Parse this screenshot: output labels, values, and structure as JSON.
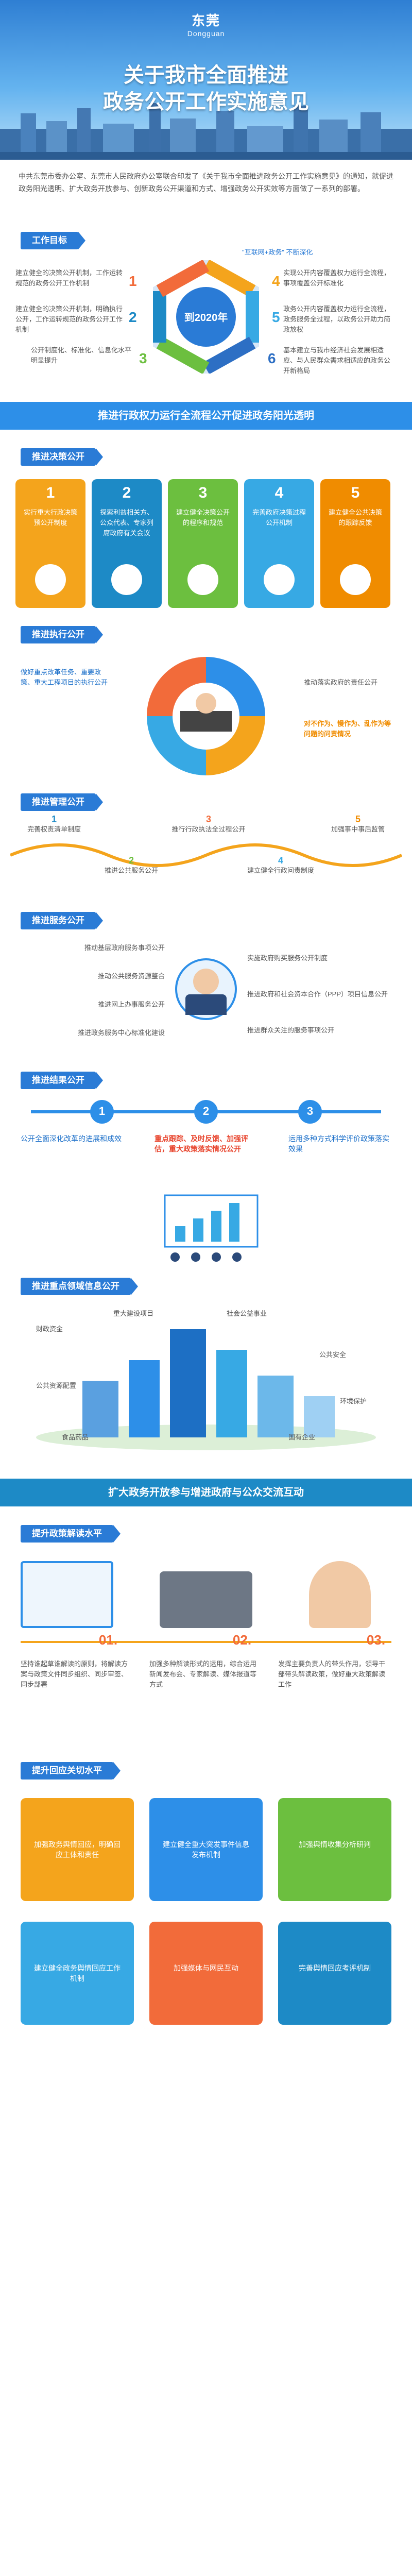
{
  "header": {
    "logo_cn": "东莞",
    "logo_en": "Dongguan",
    "title_line1": "关于我市全面推进",
    "title_line2": "政务公开工作实施意见"
  },
  "intro": "中共东莞市委办公室、东莞市人民政府办公室联合印发了《关于我市全面推进政务公开工作实施意见》的通知，就促进政务阳光透明、扩大政务开放参与、创新政务公开渠道和方式、增强政务公开实效等方面做了一系列的部署。",
  "goals": {
    "tag": "工作目标",
    "center": "到2020年",
    "note": "\"互联网+政务\" 不断深化",
    "left": [
      "建立健全的决策公开机制，工作运转规范的政务公开工作机制",
      "建立健全的决策公开机制，明确执行公开，工作运转规范的政务公开工作机制",
      "公开制度化、标准化、信息化水平明显提升"
    ],
    "right": [
      "实现公开内容覆盖权力运行全流程，事项覆盖公开标准化",
      "政务公开内容覆盖权力运行全流程，政务服务全过程，以政务公开助力简政放权",
      "基本建立与我市经济社会发展相适应、与人民群众需求相适应的政务公开新格局"
    ],
    "nums": [
      "1",
      "2",
      "3",
      "4",
      "5",
      "6"
    ]
  },
  "banner1": "推进行政权力运行全流程公开促进政务阳光透明",
  "decision": {
    "tag": "推进决策公开",
    "items": [
      {
        "n": "1",
        "text": "实行重大行政决策预公开制度"
      },
      {
        "n": "2",
        "text": "探索利益相关方、公众代表、专家列席政府有关会议"
      },
      {
        "n": "3",
        "text": "建立健全决策公开的程序和规范"
      },
      {
        "n": "4",
        "text": "完善政府决策过程公开机制"
      },
      {
        "n": "5",
        "text": "建立健全公共决策的跟踪反馈"
      }
    ]
  },
  "execution": {
    "tag": "推进执行公开",
    "left": "做好重点改革任务、重要政策、重大工程项目的执行公开",
    "right1": "推动落实政府的责任公开",
    "right2": "对不作为、慢作为、乱作为等问题的问责情况"
  },
  "management": {
    "tag": "推进管理公开",
    "items": [
      {
        "n": "1",
        "text": "完善权责清单制度"
      },
      {
        "n": "2",
        "text": "推进公共服务公开"
      },
      {
        "n": "3",
        "text": "推行行政执法全过程公开"
      },
      {
        "n": "4",
        "text": "建立健全行政问责制度"
      },
      {
        "n": "5",
        "text": "加强事中事后监管"
      }
    ]
  },
  "service": {
    "tag": "推进服务公开",
    "left": [
      "推动基层政府服务事项公开",
      "推动公共服务资源整合",
      "推进网上办事服务公开",
      "推进政务服务中心标准化建设"
    ],
    "right": [
      "实施政府购买服务公开制度",
      "推进政府和社会资本合作（PPP）项目信息公开",
      "推进群众关注的服务事项公开"
    ]
  },
  "result": {
    "tag": "推进结果公开",
    "items": [
      {
        "n": "1",
        "text": "公开全面深化改革的进展和成效"
      },
      {
        "n": "2",
        "text": "重点跟踪、及时反馈、加强评估，重大政策落实情况公开"
      },
      {
        "n": "3",
        "text": "运用多种方式科学评价政策落实效果"
      }
    ]
  },
  "fields": {
    "tag": "推进重点领域信息公开",
    "labels": [
      "财政资金",
      "公共资源配置",
      "重大建设项目",
      "社会公益事业",
      "公共安全",
      "环境保护",
      "食品药品",
      "国有企业"
    ]
  },
  "banner2": "扩大政务开放参与增进政府与公众交流互动",
  "interpret": {
    "tag": "提升政策解读水平",
    "steps": [
      "01.",
      "02.",
      "03."
    ],
    "texts": [
      "坚持谁起草谁解读的原则，将解读方案与政策文件同步组织、同步审签、同步部署",
      "加强多种解读形式的运用，综合运用新闻发布会、专家解读、媒体报道等方式",
      "发挥主要负责人的带头作用，领导干部带头解读政策，做好重大政策解读工作"
    ]
  },
  "respond": {
    "tag": "提升回应关切水平",
    "items": [
      "加强政务舆情回应，明确回应主体和责任",
      "建立健全重大突发事件信息发布机制",
      "加强舆情收集分析研判",
      "建立健全政务舆情回应工作机制",
      "加强媒体与网民互动",
      "完善舆情回应考评机制"
    ]
  }
}
